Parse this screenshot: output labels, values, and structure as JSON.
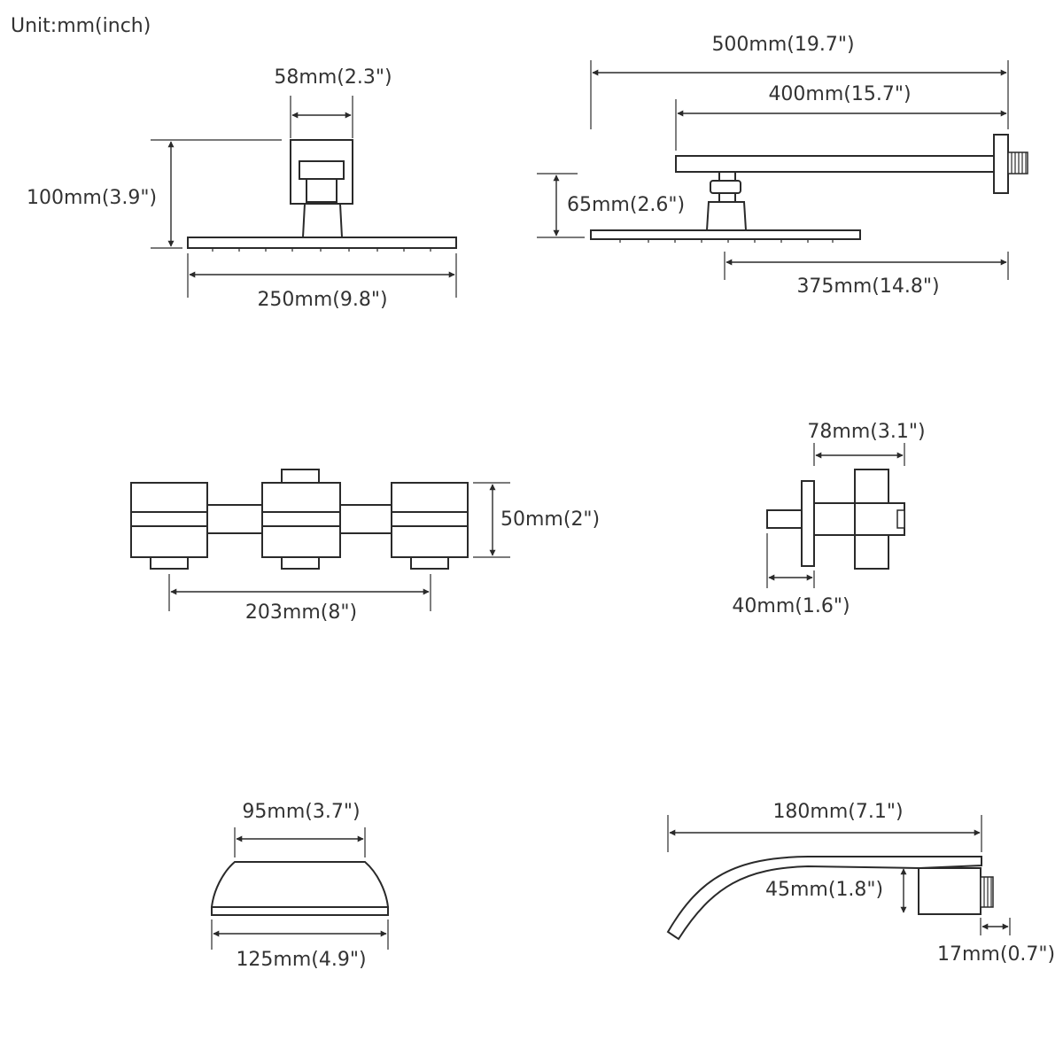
{
  "unit_label": "Unit:mm(inch)",
  "shower_head_front": {
    "neck_width": "58mm(2.3\")",
    "height": "100mm(3.9\")",
    "plate_width": "250mm(9.8\")"
  },
  "shower_arm_side": {
    "overall_length": "500mm(19.7\")",
    "arm_length": "400mm(15.7\")",
    "drop": "65mm(2.6\")",
    "head_offset": "375mm(14.8\")"
  },
  "valve_front": {
    "height": "50mm(2\")",
    "spacing": "203mm(8\")"
  },
  "valve_side": {
    "depth": "78mm(3.1\")",
    "stem": "40mm(1.6\")"
  },
  "hand_shower": {
    "top_width": "95mm(3.7\")",
    "bottom_width": "125mm(4.9\")"
  },
  "spout": {
    "length": "180mm(7.1\")",
    "height": "45mm(1.8\")",
    "thread": "17mm(0.7\")"
  }
}
